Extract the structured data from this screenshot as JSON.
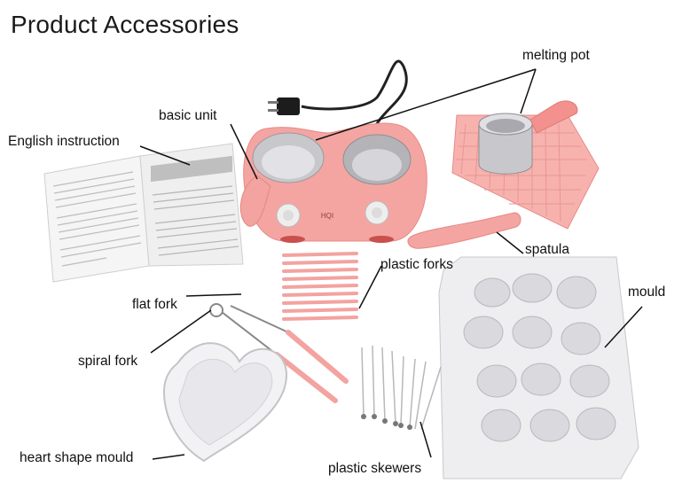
{
  "title": "Product Accessories",
  "labels": {
    "melting_pot": "melting pot",
    "basic_unit": "basic unit",
    "english_instruction": "English instruction",
    "plastic_forks": "plastic forks",
    "spatula": "spatula",
    "mould": "mould",
    "flat_fork": "flat fork",
    "spiral_fork": "spiral fork",
    "heart_shape_mould": "heart shape mould",
    "plastic_skewers": "plastic skewers"
  },
  "brand_mark": "HQI",
  "colors": {
    "pink": "#f4a5a2",
    "pink_dark": "#e88a87",
    "steel": "#c8c8cc",
    "knob": "#eeeeee"
  }
}
